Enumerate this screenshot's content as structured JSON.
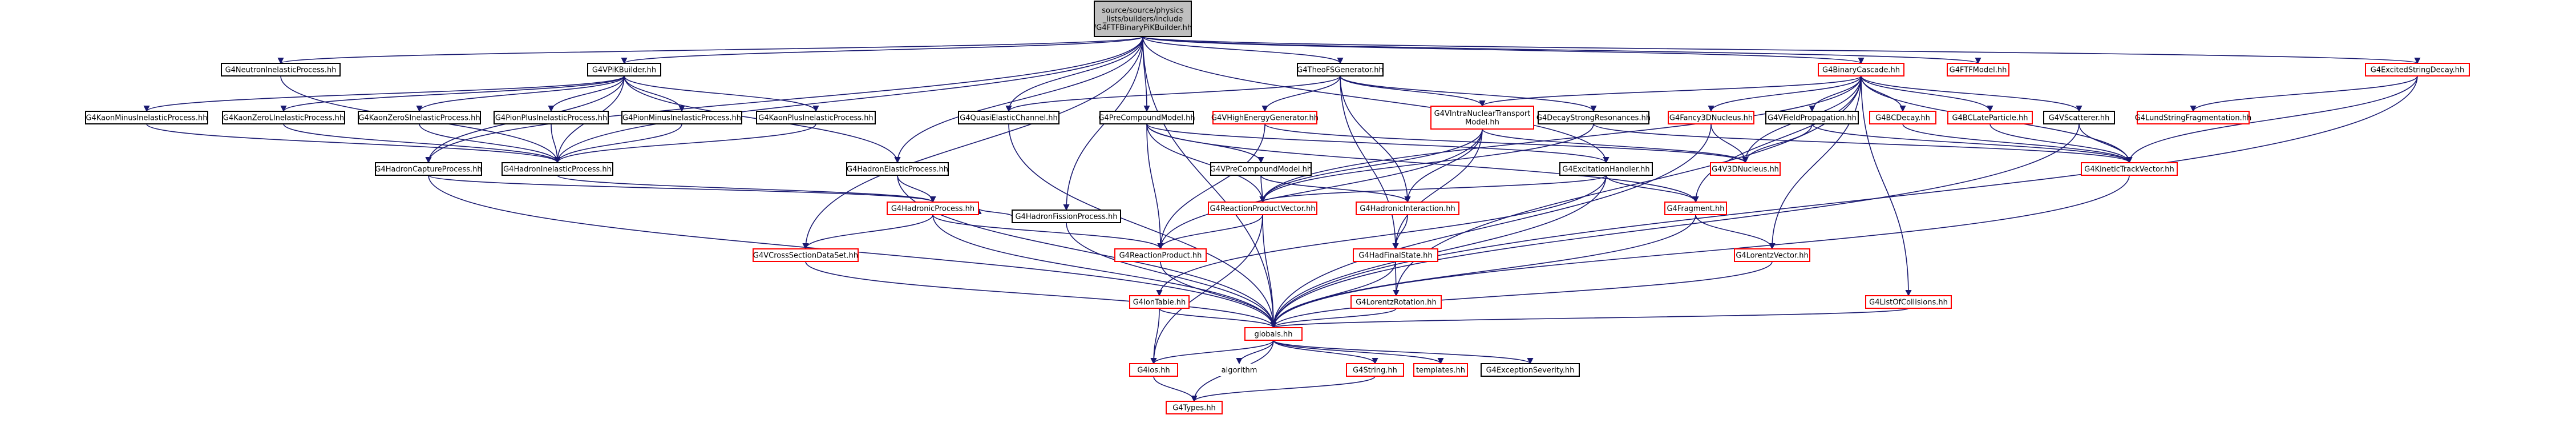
{
  "colors": {
    "node_fill": "#ffffff",
    "root_fill": "#bfbfbf",
    "black_border": "#000000",
    "red_border": "#ff0000",
    "edge_dark_blue": "#191970",
    "edge_dark_red": "#8b0000",
    "edge_dark_green": "#006400",
    "text": "#000000"
  },
  "nodes": [
    {
      "id": "root",
      "lines": [
        "source/source/physics",
        "_lists/builders/include",
        "/G4FTFBinaryPiKBuilder.hh"
      ],
      "border": "black",
      "root": true
    },
    {
      "id": "neutronInelastic",
      "lines": [
        "G4NeutronInelasticProcess.hh"
      ],
      "border": "black"
    },
    {
      "id": "vPiKBuilder",
      "lines": [
        "G4VPiKBuilder.hh"
      ],
      "border": "black"
    },
    {
      "id": "theoFSGenerator",
      "lines": [
        "G4TheoFSGenerator.hh"
      ],
      "border": "black"
    },
    {
      "id": "binaryCascade",
      "lines": [
        "G4BinaryCascade.hh"
      ],
      "border": "red"
    },
    {
      "id": "ftfModel",
      "lines": [
        "G4FTFModel.hh"
      ],
      "border": "red"
    },
    {
      "id": "excitedStringDecay",
      "lines": [
        "G4ExcitedStringDecay.hh"
      ],
      "border": "red"
    },
    {
      "id": "kaonMinus",
      "lines": [
        "G4KaonMinusInelasticProcess.hh"
      ],
      "border": "black"
    },
    {
      "id": "kaonZeroL",
      "lines": [
        "G4KaonZeroLInelasticProcess.hh"
      ],
      "border": "black"
    },
    {
      "id": "kaonZeroS",
      "lines": [
        "G4KaonZeroSInelasticProcess.hh"
      ],
      "border": "black"
    },
    {
      "id": "pionPlus",
      "lines": [
        "G4PionPlusInelasticProcess.hh"
      ],
      "border": "black"
    },
    {
      "id": "pionMinus",
      "lines": [
        "G4PionMinusInelasticProcess.hh"
      ],
      "border": "black"
    },
    {
      "id": "kaonPlus",
      "lines": [
        "G4KaonPlusInelasticProcess.hh"
      ],
      "border": "black"
    },
    {
      "id": "quasiElastic",
      "lines": [
        "G4QuasiElasticChannel.hh"
      ],
      "border": "black"
    },
    {
      "id": "preCompound",
      "lines": [
        "G4PreCompoundModel.hh"
      ],
      "border": "black"
    },
    {
      "id": "vHighEnergy",
      "lines": [
        "G4VHighEnergyGenerator.hh"
      ],
      "border": "red"
    },
    {
      "id": "vIntraNuclear",
      "lines": [
        "G4VIntraNuclearTransport",
        "Model.hh"
      ],
      "border": "red"
    },
    {
      "id": "decayStrong",
      "lines": [
        "G4DecayStrongResonances.hh"
      ],
      "border": "black"
    },
    {
      "id": "fancy3D",
      "lines": [
        "G4Fancy3DNucleus.hh"
      ],
      "border": "red"
    },
    {
      "id": "vFieldProp",
      "lines": [
        "G4VFieldPropagation.hh"
      ],
      "border": "black"
    },
    {
      "id": "bcDecay",
      "lines": [
        "G4BCDecay.hh"
      ],
      "border": "red"
    },
    {
      "id": "bcLate",
      "lines": [
        "G4BCLateParticle.hh"
      ],
      "border": "red"
    },
    {
      "id": "vScatterer",
      "lines": [
        "G4VScatterer.hh"
      ],
      "border": "black"
    },
    {
      "id": "lundString",
      "lines": [
        "G4LundStringFragmentation.hh"
      ],
      "border": "red"
    },
    {
      "id": "hadronCapture",
      "lines": [
        "G4HadronCaptureProcess.hh"
      ],
      "border": "black"
    },
    {
      "id": "hadronInelastic",
      "lines": [
        "G4HadronInelasticProcess.hh"
      ],
      "border": "black"
    },
    {
      "id": "hadronElastic",
      "lines": [
        "G4HadronElasticProcess.hh"
      ],
      "border": "black"
    },
    {
      "id": "hadronFission",
      "lines": [
        "G4HadronFissionProcess.hh"
      ],
      "border": "black"
    },
    {
      "id": "vPreCompound",
      "lines": [
        "G4VPreCompoundModel.hh"
      ],
      "border": "black"
    },
    {
      "id": "excitationHandler",
      "lines": [
        "G4ExcitationHandler.hh"
      ],
      "border": "black"
    },
    {
      "id": "v3DNucleus",
      "lines": [
        "G4V3DNucleus.hh"
      ],
      "border": "red"
    },
    {
      "id": "kineticTrack",
      "lines": [
        "G4KineticTrackVector.hh"
      ],
      "border": "red"
    },
    {
      "id": "hadronicProcess",
      "lines": [
        "G4HadronicProcess.hh"
      ],
      "border": "red"
    },
    {
      "id": "reactionProductVector",
      "lines": [
        "G4ReactionProductVector.hh"
      ],
      "border": "red"
    },
    {
      "id": "hadronicInteraction",
      "lines": [
        "G4HadronicInteraction.hh"
      ],
      "border": "red"
    },
    {
      "id": "fragment",
      "lines": [
        "G4Fragment.hh"
      ],
      "border": "red"
    },
    {
      "id": "vCrossSection",
      "lines": [
        "G4VCrossSectionDataSet.hh"
      ],
      "border": "red"
    },
    {
      "id": "reactionProduct",
      "lines": [
        "G4ReactionProduct.hh"
      ],
      "border": "red"
    },
    {
      "id": "hadFinalState",
      "lines": [
        "G4HadFinalState.hh"
      ],
      "border": "red"
    },
    {
      "id": "lorentzVector",
      "lines": [
        "G4LorentzVector.hh"
      ],
      "border": "red"
    },
    {
      "id": "ionTable",
      "lines": [
        "G4IonTable.hh"
      ],
      "border": "red"
    },
    {
      "id": "lorentzRotation",
      "lines": [
        "G4LorentzRotation.hh"
      ],
      "border": "red"
    },
    {
      "id": "listOfCollisions",
      "lines": [
        "G4ListOfCollisions.hh"
      ],
      "border": "red"
    },
    {
      "id": "globals",
      "lines": [
        "globals.hh"
      ],
      "border": "red"
    },
    {
      "id": "ios",
      "lines": [
        "G4ios.hh"
      ],
      "border": "red"
    },
    {
      "id": "algorithm",
      "lines": [
        "algorithm"
      ],
      "border": "none"
    },
    {
      "id": "g4string",
      "lines": [
        "G4String.hh"
      ],
      "border": "red"
    },
    {
      "id": "templates",
      "lines": [
        "templates.hh"
      ],
      "border": "red"
    },
    {
      "id": "exceptionSeverity",
      "lines": [
        "G4ExceptionSeverity.hh"
      ],
      "border": "black"
    },
    {
      "id": "types",
      "lines": [
        "G4Types.hh"
      ],
      "border": "red"
    }
  ],
  "edges": [
    [
      "root",
      "neutronInelastic"
    ],
    [
      "root",
      "vPiKBuilder"
    ],
    [
      "root",
      "theoFSGenerator"
    ],
    [
      "root",
      "binaryCascade"
    ],
    [
      "root",
      "ftfModel"
    ],
    [
      "root",
      "excitedStringDecay"
    ],
    [
      "root",
      "quasiElastic"
    ],
    [
      "root",
      "preCompound"
    ],
    [
      "root",
      "hadronCapture"
    ],
    [
      "root",
      "hadronInelastic"
    ],
    [
      "root",
      "hadronElastic"
    ],
    [
      "root",
      "hadronFission"
    ],
    [
      "root",
      "excitationHandler"
    ],
    [
      "root",
      "vCrossSection"
    ],
    [
      "root",
      "globals"
    ],
    [
      "neutronInelastic",
      "hadronInelastic"
    ],
    [
      "vPiKBuilder",
      "kaonMinus"
    ],
    [
      "vPiKBuilder",
      "kaonZeroL"
    ],
    [
      "vPiKBuilder",
      "kaonZeroS"
    ],
    [
      "vPiKBuilder",
      "pionPlus"
    ],
    [
      "vPiKBuilder",
      "pionMinus"
    ],
    [
      "vPiKBuilder",
      "kaonPlus"
    ],
    [
      "vPiKBuilder",
      "hadronElastic"
    ],
    [
      "vPiKBuilder",
      "hadronCapture"
    ],
    [
      "vPiKBuilder",
      "hadronInelastic"
    ],
    [
      "kaonMinus",
      "hadronInelastic"
    ],
    [
      "kaonZeroL",
      "hadronInelastic"
    ],
    [
      "kaonZeroS",
      "hadronInelastic"
    ],
    [
      "pionPlus",
      "hadronInelastic"
    ],
    [
      "pionMinus",
      "hadronInelastic"
    ],
    [
      "kaonPlus",
      "hadronInelastic"
    ],
    [
      "hadronInelastic",
      "hadronicProcess"
    ],
    [
      "hadronCapture",
      "hadronicProcess"
    ],
    [
      "hadronElastic",
      "hadronicProcess"
    ],
    [
      "hadronFission",
      "hadronicProcess"
    ],
    [
      "hadronCapture",
      "globals"
    ],
    [
      "theoFSGenerator",
      "quasiElastic"
    ],
    [
      "theoFSGenerator",
      "vHighEnergy"
    ],
    [
      "theoFSGenerator",
      "vIntraNuclear"
    ],
    [
      "theoFSGenerator",
      "decayStrong"
    ],
    [
      "theoFSGenerator",
      "hadronicInteraction"
    ],
    [
      "theoFSGenerator",
      "hadFinalState"
    ],
    [
      "quasiElastic",
      "globals"
    ],
    [
      "preCompound",
      "vPreCompound"
    ],
    [
      "preCompound",
      "excitationHandler"
    ],
    [
      "preCompound",
      "reactionProductVector"
    ],
    [
      "preCompound",
      "reactionProduct"
    ],
    [
      "preCompound",
      "fragment"
    ],
    [
      "vHighEnergy",
      "v3DNucleus"
    ],
    [
      "vHighEnergy",
      "reactionProduct"
    ],
    [
      "vIntraNuclear",
      "v3DNucleus"
    ],
    [
      "vIntraNuclear",
      "reactionProductVector"
    ],
    [
      "vIntraNuclear",
      "hadronicInteraction"
    ],
    [
      "vIntraNuclear",
      "hadFinalState"
    ],
    [
      "vIntraNuclear",
      "reactionProduct"
    ],
    [
      "decayStrong",
      "reactionProductVector"
    ],
    [
      "decayStrong",
      "kineticTrack"
    ],
    [
      "binaryCascade",
      "vIntraNuclear"
    ],
    [
      "binaryCascade",
      "fancy3D"
    ],
    [
      "binaryCascade",
      "vFieldProp"
    ],
    [
      "binaryCascade",
      "bcDecay"
    ],
    [
      "binaryCascade",
      "bcLate"
    ],
    [
      "binaryCascade",
      "vScatterer"
    ],
    [
      "binaryCascade",
      "kineticTrack"
    ],
    [
      "binaryCascade",
      "listOfCollisions"
    ],
    [
      "binaryCascade",
      "v3DNucleus"
    ],
    [
      "binaryCascade",
      "lorentzVector"
    ],
    [
      "binaryCascade",
      "reactionProductVector"
    ],
    [
      "binaryCascade",
      "fragment"
    ],
    [
      "binaryCascade",
      "lorentzRotation"
    ],
    [
      "fancy3D",
      "v3DNucleus"
    ],
    [
      "fancy3D",
      "globals"
    ],
    [
      "vFieldProp",
      "v3DNucleus"
    ],
    [
      "vFieldProp",
      "kineticTrack"
    ],
    [
      "bcDecay",
      "kineticTrack"
    ],
    [
      "bcLate",
      "kineticTrack"
    ],
    [
      "vScatterer",
      "kineticTrack"
    ],
    [
      "vScatterer",
      "globals"
    ],
    [
      "excitedStringDecay",
      "lundString"
    ],
    [
      "excitedStringDecay",
      "kineticTrack"
    ],
    [
      "excitedStringDecay",
      "globals"
    ],
    [
      "vPreCompound",
      "reactionProductVector"
    ],
    [
      "vPreCompound",
      "hadronicInteraction"
    ],
    [
      "excitationHandler",
      "reactionProductVector"
    ],
    [
      "excitationHandler",
      "fragment"
    ],
    [
      "excitationHandler",
      "ionTable"
    ],
    [
      "excitationHandler",
      "globals"
    ],
    [
      "hadronicProcess",
      "vCrossSection"
    ],
    [
      "hadronicProcess",
      "reactionProduct"
    ],
    [
      "hadronicProcess",
      "globals"
    ],
    [
      "reactionProductVector",
      "reactionProduct"
    ],
    [
      "reactionProductVector",
      "globals"
    ],
    [
      "reactionProductVector",
      "ios"
    ],
    [
      "hadronicInteraction",
      "hadFinalState"
    ],
    [
      "hadFinalState",
      "lorentzRotation"
    ],
    [
      "hadFinalState",
      "globals"
    ],
    [
      "fragment",
      "lorentzVector"
    ],
    [
      "fragment",
      "globals"
    ],
    [
      "vCrossSection",
      "globals"
    ],
    [
      "reactionProduct",
      "globals"
    ],
    [
      "lorentzVector",
      "globals"
    ],
    [
      "lorentzRotation",
      "globals"
    ],
    [
      "listOfCollisions",
      "globals"
    ],
    [
      "ionTable",
      "globals"
    ],
    [
      "ionTable",
      "ios"
    ],
    [
      "kineticTrack",
      "globals"
    ],
    [
      "hadronFission",
      "globals"
    ],
    [
      "hadronElastic",
      "globals"
    ],
    [
      "globals",
      "ios"
    ],
    [
      "globals",
      "algorithm"
    ],
    [
      "globals",
      "g4string"
    ],
    [
      "globals",
      "templates"
    ],
    [
      "globals",
      "exceptionSeverity"
    ],
    [
      "ios",
      "types"
    ],
    [
      "g4string",
      "types"
    ],
    [
      "globals",
      "types"
    ]
  ]
}
